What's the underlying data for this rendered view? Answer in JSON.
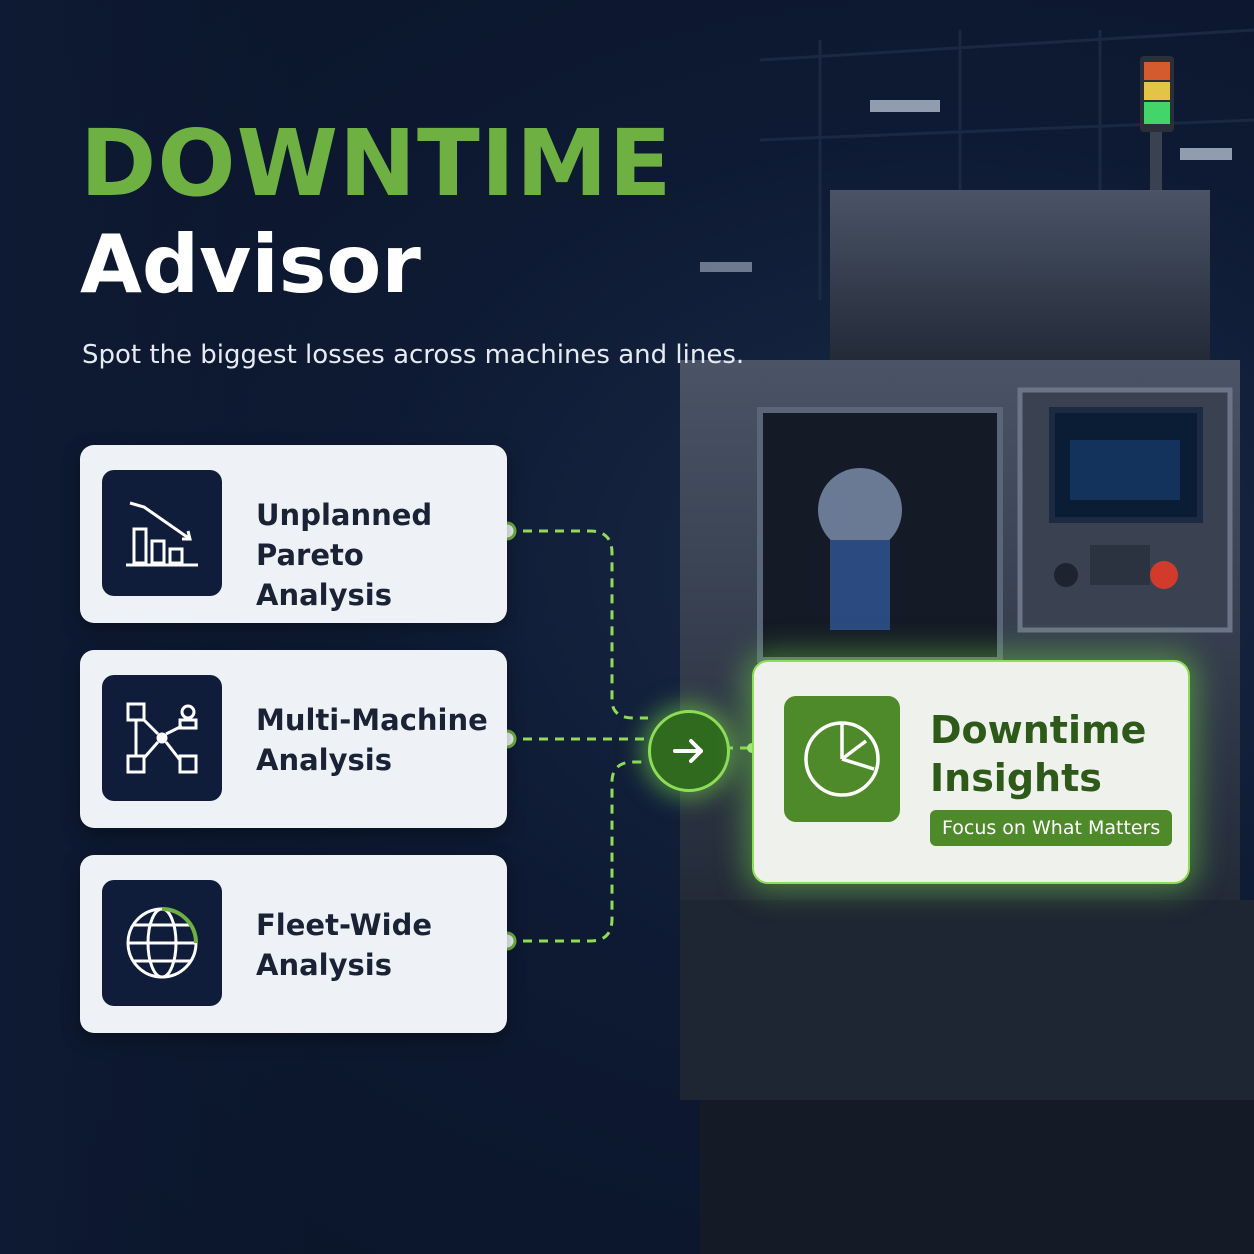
{
  "header": {
    "title_line1": "DOWNTIME",
    "title_line2": "Advisor",
    "subtitle": "Spot the biggest losses across machines and lines."
  },
  "features": [
    {
      "label": "Unplanned\nPareto Analysis",
      "icon": "pareto-chart-icon"
    },
    {
      "label": "Multi-Machine\nAnalysis",
      "icon": "network-nodes-icon"
    },
    {
      "label": "Fleet-Wide\nAnalysis",
      "icon": "globe-icon"
    }
  ],
  "insight": {
    "title": "Downtime\nInsights",
    "badge": "Focus on What Matters",
    "icon": "pie-chart-icon"
  },
  "colors": {
    "accent_green": "#6fb043",
    "glow_green": "#8fdc57",
    "navy": "#0f1d3a",
    "background": "#0e1a33"
  }
}
